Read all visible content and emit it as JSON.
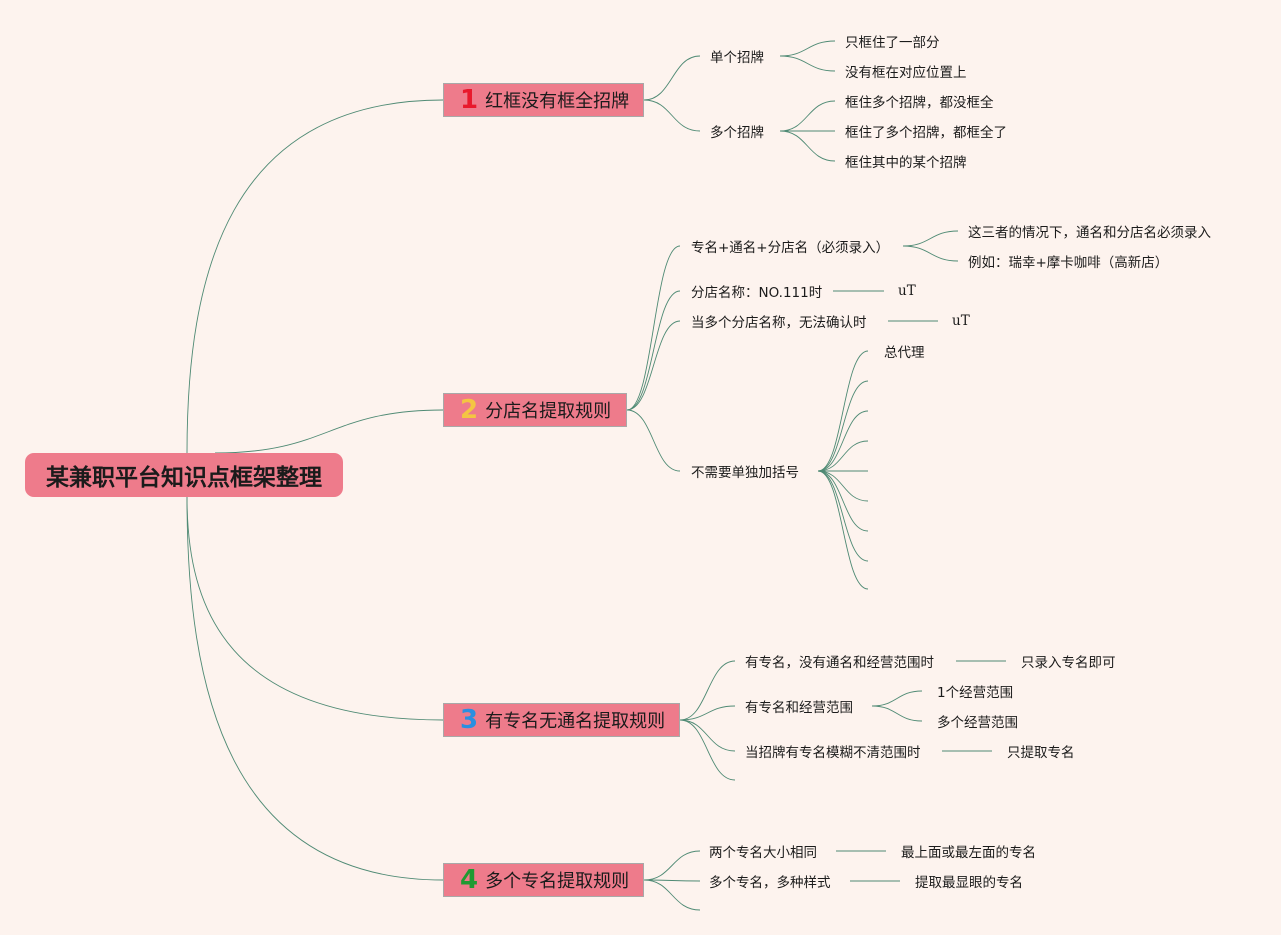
{
  "root": {
    "label": "某兼职平台知识点框架整理"
  },
  "colors": {
    "background": "#fdf3ee",
    "node_fill": "#ee7b8b",
    "line": "#4f8a74",
    "num1": "#e8192c",
    "num2": "#f4c542",
    "num3": "#2b8fe0",
    "num4": "#1f9a32"
  },
  "branches": [
    {
      "number": "1",
      "label": "红框没有框全招牌",
      "children": [
        {
          "label": "单个招牌",
          "children": [
            {
              "label": "只框住了一部分"
            },
            {
              "label": "没有框在对应位置上"
            }
          ]
        },
        {
          "label": "多个招牌",
          "children": [
            {
              "label": "框住多个招牌，都没框全"
            },
            {
              "label": "框住了多个招牌，都框全了"
            },
            {
              "label": "框住其中的某个招牌"
            }
          ]
        }
      ]
    },
    {
      "number": "2",
      "label": "分店名提取规则",
      "children": [
        {
          "label": "专名+通名+分店名（必须录入）",
          "children": [
            {
              "label": "这三者的情况下，通名和分店名必须录入"
            },
            {
              "label": "例如：瑞幸+摩卡咖啡（高新店）"
            }
          ]
        },
        {
          "label": "分店名称：NO.111时",
          "children": [
            {
              "label": "uT"
            }
          ]
        },
        {
          "label": "当多个分店名称，无法确认时",
          "children": [
            {
              "label": "uT"
            }
          ]
        },
        {
          "label": "不需要单独加括号",
          "children": [
            {
              "label": "总代理"
            },
            {
              "label": ""
            },
            {
              "label": ""
            },
            {
              "label": ""
            },
            {
              "label": ""
            },
            {
              "label": ""
            },
            {
              "label": ""
            },
            {
              "label": ""
            },
            {
              "label": ""
            }
          ]
        }
      ]
    },
    {
      "number": "3",
      "label": "有专名无通名提取规则",
      "children": [
        {
          "label": "有专名，没有通名和经营范围时",
          "children": [
            {
              "label": "只录入专名即可"
            }
          ]
        },
        {
          "label": "有专名和经营范围",
          "children": [
            {
              "label": "1个经营范围"
            },
            {
              "label": "多个经营范围"
            }
          ]
        },
        {
          "label": "当招牌有专名模糊不清范围时",
          "children": [
            {
              "label": "只提取专名"
            }
          ]
        },
        {
          "label": ""
        }
      ]
    },
    {
      "number": "4",
      "label": "多个专名提取规则",
      "children": [
        {
          "label": "两个专名大小相同",
          "children": [
            {
              "label": "最上面或最左面的专名"
            }
          ]
        },
        {
          "label": "多个专名，多种样式",
          "children": [
            {
              "label": "提取最显眼的专名"
            }
          ]
        },
        {
          "label": ""
        }
      ]
    }
  ]
}
